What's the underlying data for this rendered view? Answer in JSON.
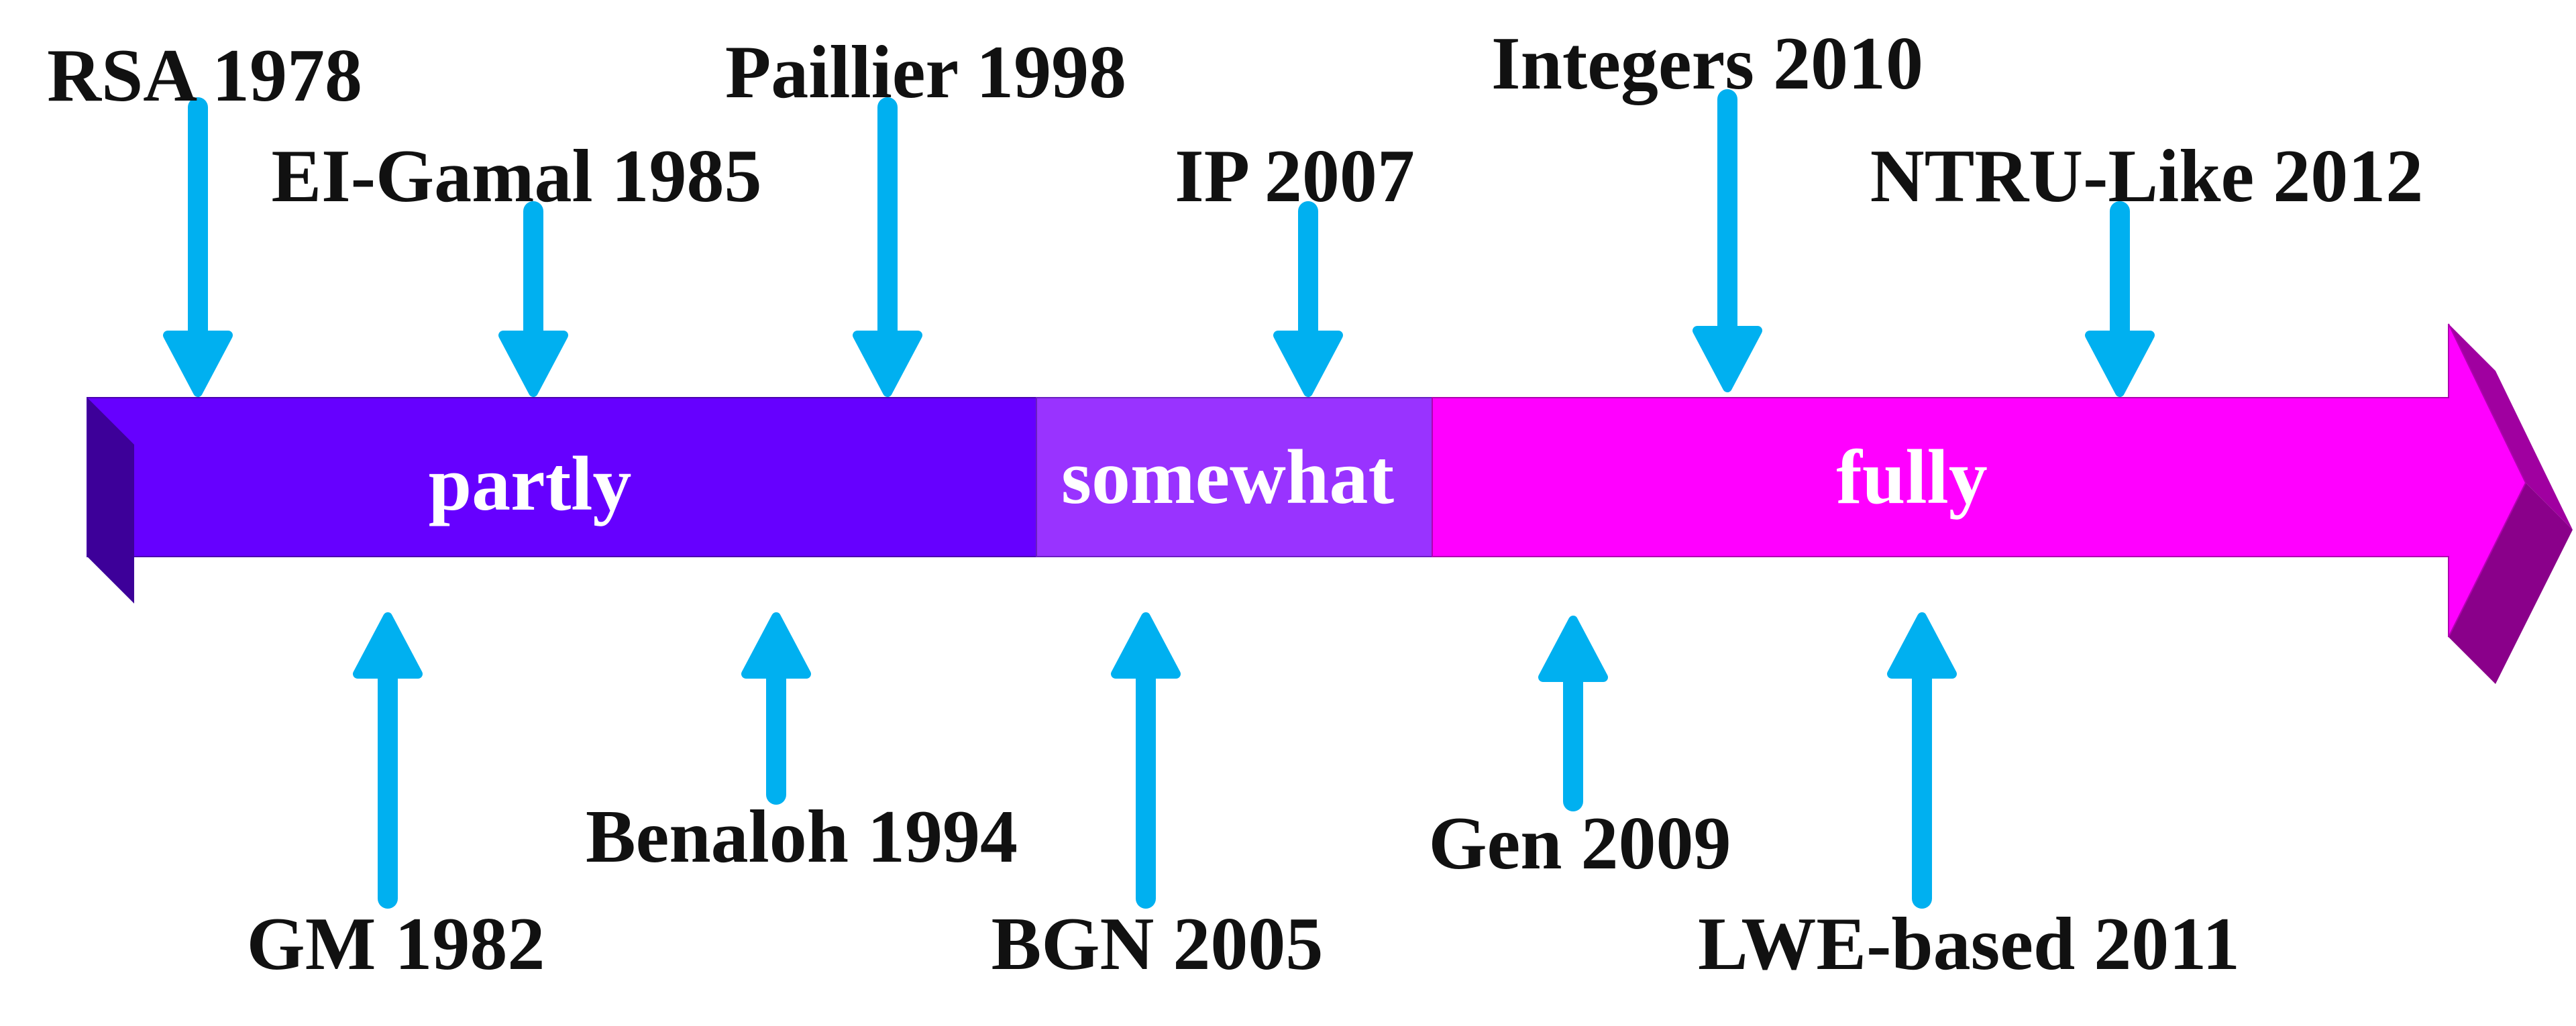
{
  "segments": [
    {
      "label": "partly",
      "color": "#6600ff",
      "shade": "#3d0099"
    },
    {
      "label": "somewhat",
      "color": "#9933ff",
      "shade": "#5a1f99"
    },
    {
      "label": "fully",
      "color": "#ff00ff",
      "shade": "#990099"
    }
  ],
  "events_above": [
    {
      "label": "RSA 1978"
    },
    {
      "label": "EI-Gamal 1985"
    },
    {
      "label": "Paillier 1998"
    },
    {
      "label": "IP 2007"
    },
    {
      "label": "Integers 2010"
    },
    {
      "label": "NTRU-Like 2012"
    }
  ],
  "events_below": [
    {
      "label": "GM 1982"
    },
    {
      "label": "Benaloh 1994"
    },
    {
      "label": "BGN 2005"
    },
    {
      "label": "Gen 2009"
    },
    {
      "label": "LWE-based 2011"
    }
  ],
  "colors": {
    "arrow": "#00b0f0",
    "arrowhead_side": "#a000a0"
  }
}
